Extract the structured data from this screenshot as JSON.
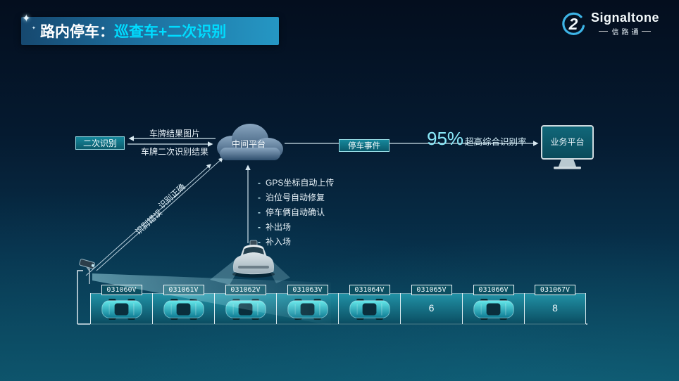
{
  "slide": {
    "title_prefix": "路内停车：",
    "title_highlight": "巡查车+二次识别"
  },
  "logo": {
    "brand": "Signaltone",
    "subtitle": "信路通"
  },
  "flow": {
    "secondary_recognition": "二次识别",
    "top_arrow_label": "车牌结果图片",
    "bottom_arrow_label": "车牌二次识别结果",
    "cloud_label": "中间平台",
    "parking_event": "停车事件",
    "rate_value": "95%",
    "rate_suffix": "超高综合识别率",
    "business_platform": "业务平台",
    "correct_label": "识别正确",
    "error_label": "识别错误",
    "features": [
      "GPS坐标自动上传",
      "泊位号自动修复",
      "停车俩自动确认",
      "补出场",
      "补入场"
    ]
  },
  "parking": {
    "spots": [
      {
        "plate": "031060V",
        "occupied": true
      },
      {
        "plate": "031061V",
        "occupied": true
      },
      {
        "plate": "031062V",
        "occupied": true
      },
      {
        "plate": "031063V",
        "occupied": true
      },
      {
        "plate": "031064V",
        "occupied": true
      },
      {
        "plate": "031065V",
        "occupied": false,
        "number": "6"
      },
      {
        "plate": "031066V",
        "occupied": true
      },
      {
        "plate": "031067V",
        "occupied": false,
        "number": "8"
      }
    ]
  },
  "colors": {
    "accent_cyan": "#00dcff",
    "rate_cyan": "#8ae9f9",
    "box_fill": "#0f6e7e",
    "box_border": "#9adfe8",
    "band_teal": "#1d93a8"
  }
}
